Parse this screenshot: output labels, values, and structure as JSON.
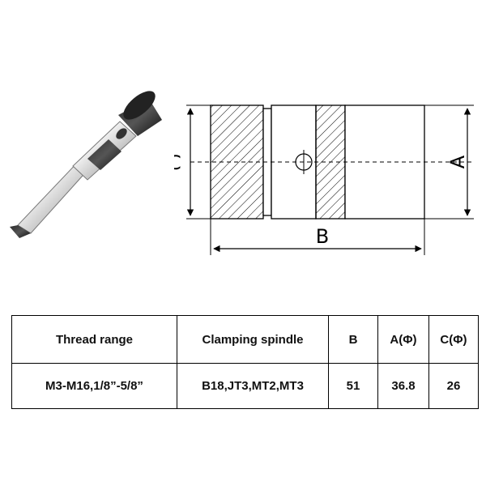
{
  "drawing": {
    "dimension_labels": {
      "c": "C",
      "a": "A",
      "b": "B"
    }
  },
  "table": {
    "headers": [
      "Thread range",
      "Clamping spindle",
      "B",
      "A(Φ)",
      "C(Φ)"
    ],
    "row": [
      "M3-M16,1/8”-5/8”",
      "B18,JT3,MT2,MT3",
      "51",
      "36.8",
      "26"
    ]
  }
}
